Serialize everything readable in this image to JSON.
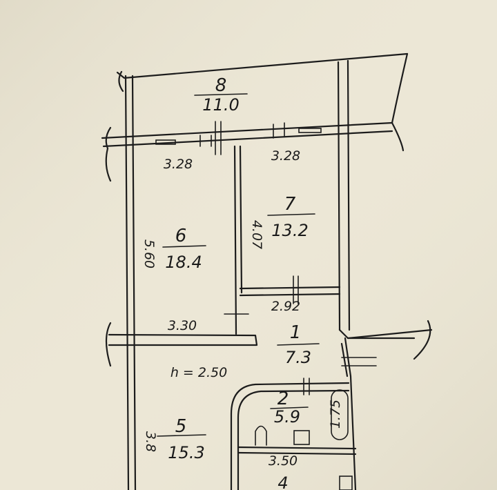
{
  "rooms": [
    {
      "id": "8",
      "number": "8",
      "area": "11.0"
    },
    {
      "id": "7",
      "number": "7",
      "area": "13.2"
    },
    {
      "id": "6",
      "number": "6",
      "area": "18.4"
    },
    {
      "id": "1",
      "number": "1",
      "area": "7.3"
    },
    {
      "id": "2",
      "number": "2",
      "area": "5.9"
    },
    {
      "id": "5",
      "number": "5",
      "area": "15.3"
    },
    {
      "id": "4",
      "number": "4"
    }
  ],
  "dimensions": {
    "balcony_left": "3.28",
    "balcony_right": "3.28",
    "room6_width": "3.30",
    "room6_depth": "5.60",
    "room7_depth": "4.07",
    "corridor_width": "2.92",
    "bath_width": "3.50",
    "bath_side": "1.75",
    "room5_depth": "3.8"
  },
  "ceiling_height": "h = 2.50",
  "colors": {
    "paper": "#ece7d6",
    "ink": "#1c1c1c"
  }
}
